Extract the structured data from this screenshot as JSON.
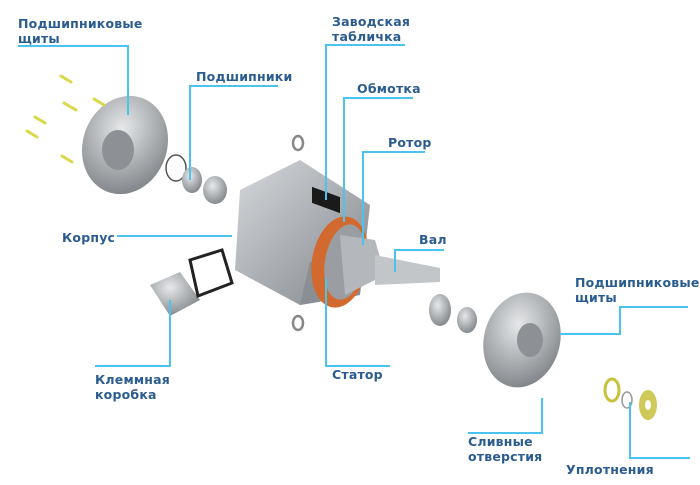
{
  "labels": {
    "end_shields_left": [
      "Подшипниковые",
      "щиты"
    ],
    "bearings": "Подшипники",
    "nameplate": [
      "Заводская",
      "табличка"
    ],
    "winding": "Обмотка",
    "rotor": "Ротор",
    "housing": "Корпус",
    "shaft": "Вал",
    "end_shields_right": [
      "Подшипниковые",
      "щиты"
    ],
    "terminal_box": [
      "Клеммная",
      "коробка"
    ],
    "stator": "Статор",
    "drain_holes": [
      "Сливные",
      "отверстия"
    ],
    "seals": "Уплотнения"
  },
  "colors": {
    "label": "#2b5c8f",
    "leader": "#4cc3ef",
    "metal": "#a9adb1",
    "winding": "#d2692e",
    "bolt": "#d8d84a"
  }
}
